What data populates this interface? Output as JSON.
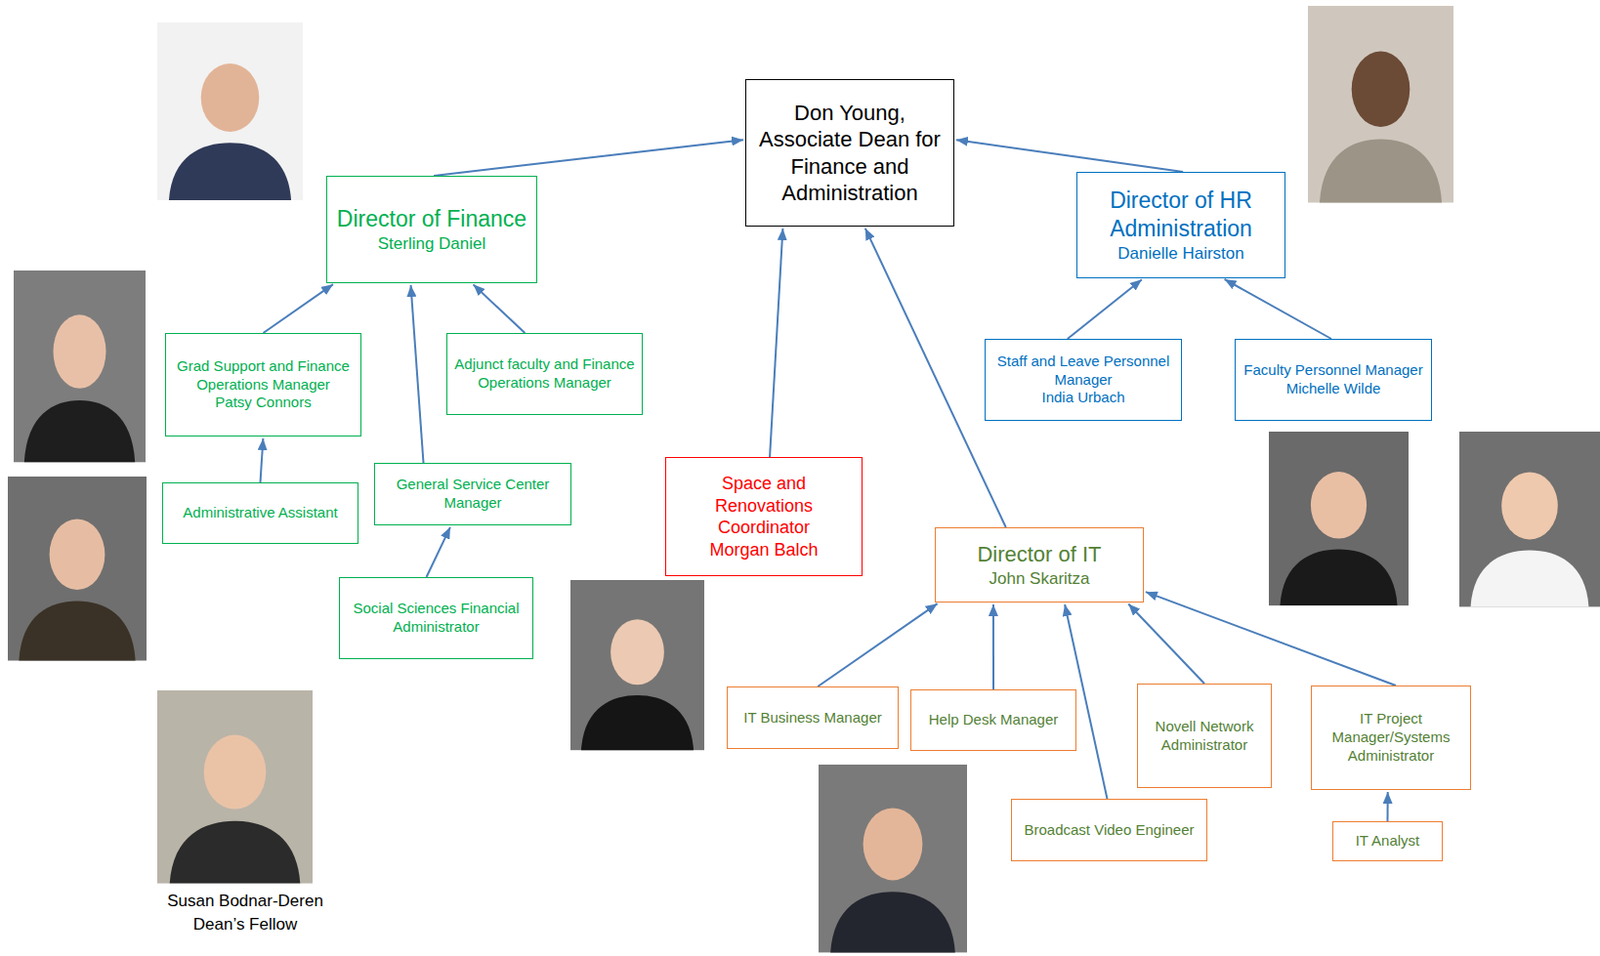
{
  "diagram": {
    "nodes": [
      {
        "text": [
          "Don Young, Associate Dean for Finance and Administration"
        ]
      },
      {
        "text": [
          "Director of Finance",
          "Sterling Daniel"
        ]
      },
      {
        "text": [
          "Director of HR Administration",
          "Danielle Hairston"
        ]
      },
      {
        "text": [
          "Grad Support and Finance Operations Manager",
          "Patsy Connors"
        ]
      },
      {
        "text": [
          "Adjunct faculty and Finance Operations Manager"
        ]
      },
      {
        "text": [
          "Administrative Assistant"
        ]
      },
      {
        "text": [
          "General Service Center Manager"
        ]
      },
      {
        "text": [
          "Social Sciences Financial Administrator"
        ]
      },
      {
        "text": [
          "Staff and Leave Personnel Manager",
          "India Urbach"
        ]
      },
      {
        "text": [
          "Faculty Personnel Manager",
          "Michelle Wilde"
        ]
      },
      {
        "text": [
          "Space and Renovations Coordinator",
          "Morgan Balch"
        ]
      },
      {
        "text": [
          "Director of IT",
          "John Skaritza"
        ]
      },
      {
        "text": [
          "IT Business Manager"
        ]
      },
      {
        "text": [
          "Help Desk Manager"
        ]
      },
      {
        "text": [
          "Novell Network Administrator"
        ]
      },
      {
        "text": [
          "Broadcast Video Engineer"
        ]
      },
      {
        "text": [
          "IT Project Manager/Systems Administrator"
        ]
      },
      {
        "text": [
          "IT Analyst"
        ]
      }
    ],
    "edges": [
      {
        "from": 1,
        "to": 0,
        "arrow": "to"
      },
      {
        "from": 2,
        "to": 0,
        "arrow": "to"
      },
      {
        "from": 10,
        "to": 0,
        "arrow": "to"
      },
      {
        "from": 11,
        "to": 0,
        "arrow": "to"
      },
      {
        "from": 3,
        "to": 1,
        "arrow": "to"
      },
      {
        "from": 6,
        "to": 1,
        "arrow": "to"
      },
      {
        "from": 4,
        "to": 1,
        "arrow": "to"
      },
      {
        "from": 5,
        "to": 3,
        "arrow": "to"
      },
      {
        "from": 7,
        "to": 6,
        "arrow": "to"
      },
      {
        "from": 8,
        "to": 2,
        "arrow": "to"
      },
      {
        "from": 9,
        "to": 2,
        "arrow": "to"
      },
      {
        "from": 12,
        "to": 11,
        "arrow": "to"
      },
      {
        "from": 13,
        "to": 11,
        "arrow": "to"
      },
      {
        "from": 15,
        "to": 11,
        "arrow": "to"
      },
      {
        "from": 14,
        "to": 11,
        "arrow": "to"
      },
      {
        "from": 16,
        "to": 11,
        "arrow": "to"
      },
      {
        "from": 17,
        "to": 16,
        "arrow": "to"
      }
    ],
    "labels": [
      "Susan Bodnar-Deren",
      "Dean’s Fellow"
    ]
  }
}
